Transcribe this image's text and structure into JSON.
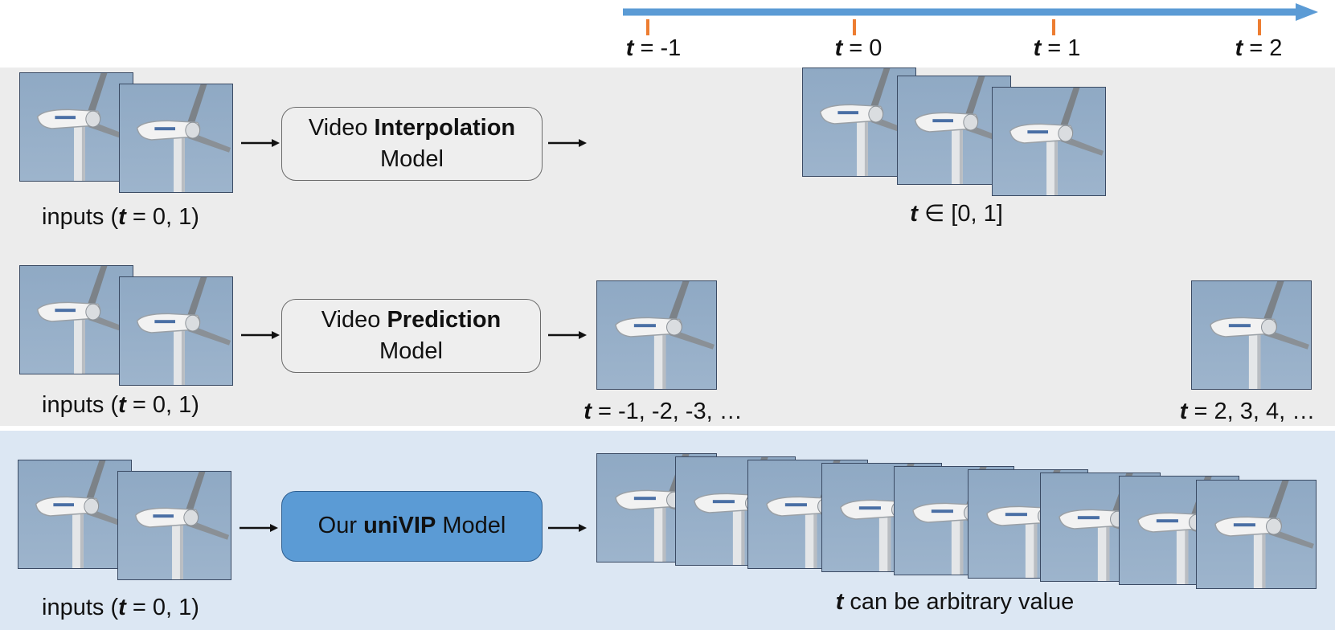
{
  "timeline": {
    "colors": {
      "axis": "#5b9bd5",
      "ticks": "#ed7d31"
    },
    "ticks": [
      {
        "var": "t",
        "rest": " = -1"
      },
      {
        "var": "t",
        "rest": " = 0"
      },
      {
        "var": "t",
        "rest": " = 1"
      },
      {
        "var": "t",
        "rest": " = 2"
      }
    ]
  },
  "interpolation": {
    "model": {
      "line1_plain": "Video ",
      "line1_bold": "Interpolation",
      "line2": "Model"
    },
    "inputs_caption": {
      "pre": "inputs (",
      "var": "t",
      "post": " = 0, 1)"
    },
    "output_caption": {
      "var": "t",
      "post": " ∈ [0, 1]"
    }
  },
  "prediction": {
    "model": {
      "line1_plain": "Video ",
      "line1_bold": "Prediction",
      "line2": "Model"
    },
    "inputs_caption": {
      "pre": "inputs (",
      "var": "t",
      "post": " = 0, 1)"
    },
    "past_caption": {
      "var": "t",
      "post": " = -1, -2, -3, …"
    },
    "future_caption": {
      "var": "t",
      "post": " = 2, 3, 4, …"
    }
  },
  "univip": {
    "model": {
      "plain_before": "Our ",
      "bold": "uniVIP",
      "plain_after": " Model"
    },
    "inputs_caption": {
      "pre": "inputs (",
      "var": "t",
      "post": " = 0, 1)"
    },
    "output_caption": {
      "var": "t",
      "post": " can be arbitrary value"
    }
  },
  "colors": {
    "gray_band": "#ececec",
    "blue_band": "#dce7f3",
    "univip_box": "#5b9bd5",
    "sky": "#9db4cc"
  },
  "icons": [
    "wind-turbine-frame-icon",
    "right-arrow-icon"
  ]
}
